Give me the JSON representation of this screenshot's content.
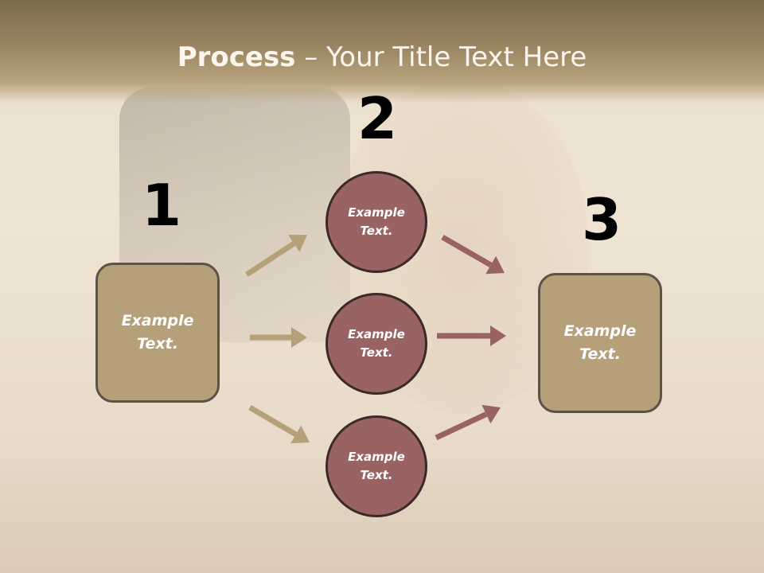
{
  "title": {
    "bold": "Process",
    "rest": " – Your Title Text Here"
  },
  "steps": [
    {
      "number": "1",
      "text": "Example\nText."
    },
    {
      "number": "2",
      "text": "Example\nText."
    },
    {
      "number": "3",
      "text": "Example\nText."
    }
  ],
  "circles": [
    {
      "text": "Example\nText."
    },
    {
      "text": "Example\nText."
    },
    {
      "text": "Example\nText."
    }
  ],
  "colors": {
    "box_fill": "#b5a07a",
    "circle_fill": "#9a6363",
    "arrow_left": "#b5a07a",
    "arrow_right": "#9a6363",
    "header": "#9a8562"
  }
}
